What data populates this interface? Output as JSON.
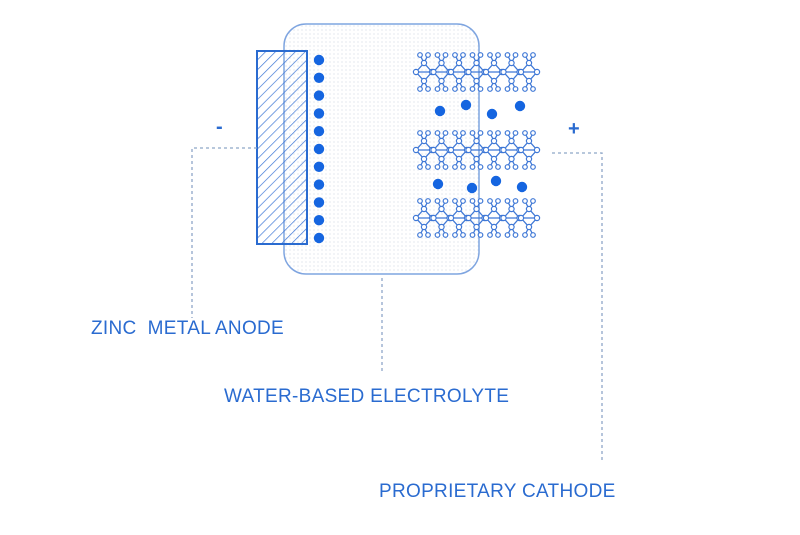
{
  "labels": {
    "anode": "ZINC  METAL ANODE",
    "electrolyte": "WATER-BASED ELECTROLYTE",
    "cathode": "PROPRIETARY CATHODE"
  },
  "terminals": {
    "negative": "-",
    "positive": "+"
  },
  "colors": {
    "accent": "#2a6bd0",
    "ion": "#1565e0",
    "line": "#8ea6c8",
    "lattice": "#3f78d6",
    "cell_outline": "#7fa5e0"
  },
  "icons": {
    "anode_plate": "hatched-rectangle",
    "cathode_layer": "hexagonal-lattice",
    "ion": "filled-circle"
  }
}
